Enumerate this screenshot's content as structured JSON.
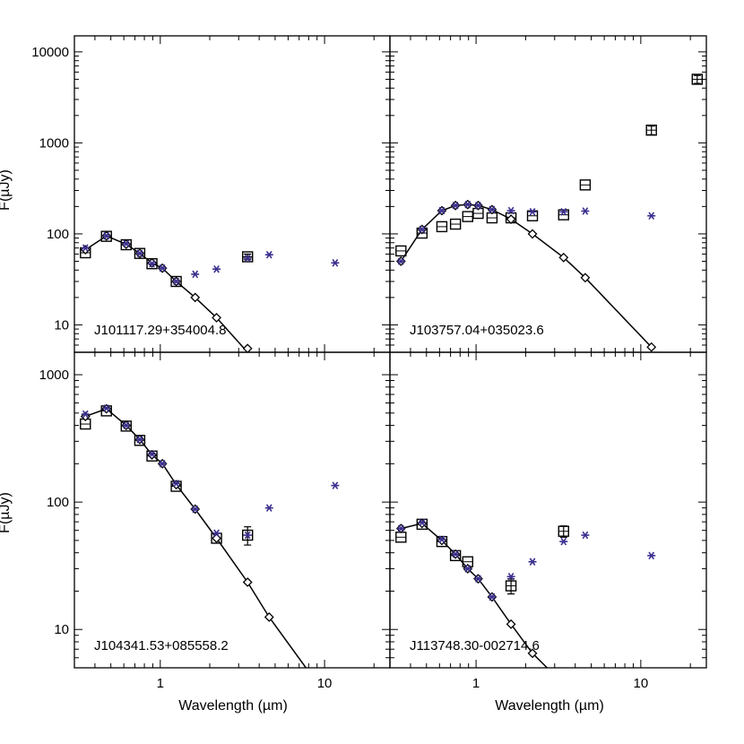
{
  "figure": {
    "ylabel": "F(µJy)",
    "xlabel": "Wavelength (µm)"
  },
  "colors": {
    "observed_star": "#3a2f8f",
    "axis": "#000000",
    "model": "#000000"
  },
  "chart_data": [
    {
      "type": "scatter",
      "label": "J101117.29+354004.8",
      "scale": "log-log",
      "xlim": [
        0.3,
        25
      ],
      "ylim": [
        5,
        15000
      ],
      "y_ticks": [
        10,
        100,
        1000,
        10000
      ],
      "x_ticks": [],
      "model_line": {
        "x": [
          0.35,
          0.47,
          0.62,
          0.75,
          0.89,
          1.03,
          1.25,
          1.63,
          2.2,
          3.4
        ],
        "y": [
          67,
          95,
          77,
          61,
          48,
          42,
          30,
          20,
          12,
          5
        ]
      },
      "model_diamonds": {
        "x": [
          0.35,
          0.47,
          0.62,
          0.75,
          0.89,
          1.03,
          1.25,
          1.63,
          2.2,
          3.4
        ],
        "y": [
          67,
          95,
          77,
          61,
          48,
          42,
          30,
          20,
          12,
          5.5
        ]
      },
      "squares": {
        "x": [
          0.35,
          0.47,
          0.62,
          0.75,
          0.89,
          1.25,
          3.4
        ],
        "y": [
          62,
          94,
          76,
          61,
          47,
          30,
          56
        ],
        "err": [
          0,
          0,
          0,
          0,
          0,
          0,
          4
        ]
      },
      "stars": {
        "x": [
          0.35,
          0.47,
          0.62,
          0.75,
          0.89,
          1.03,
          1.25,
          1.63,
          2.2,
          3.4,
          4.6,
          11.6
        ],
        "y": [
          70,
          95,
          78,
          61,
          47,
          42,
          30,
          36,
          41,
          54,
          59,
          48
        ]
      }
    },
    {
      "type": "scatter",
      "label": "J103757.04+035023.6",
      "scale": "log-log",
      "xlim": [
        0.3,
        25
      ],
      "ylim": [
        5,
        15000
      ],
      "y_ticks": [],
      "x_ticks": [],
      "model_line": {
        "x": [
          0.35,
          0.47,
          0.62,
          0.75,
          0.89,
          1.03,
          1.25,
          1.63,
          2.2,
          3.4,
          4.6,
          11.6
        ],
        "y": [
          50,
          112,
          180,
          205,
          210,
          205,
          185,
          145,
          100,
          55,
          33,
          5.7
        ]
      },
      "model_diamonds": {
        "x": [
          0.35,
          0.47,
          0.62,
          0.75,
          0.89,
          1.03,
          1.25,
          1.63,
          2.2,
          3.4,
          4.6,
          11.6
        ],
        "y": [
          50,
          112,
          180,
          205,
          210,
          205,
          185,
          145,
          100,
          55,
          33,
          5.7
        ]
      },
      "squares": {
        "x": [
          0.35,
          0.47,
          0.62,
          0.75,
          0.89,
          1.03,
          1.25,
          1.63,
          2.2,
          3.4,
          4.6,
          11.6,
          22
        ],
        "y": [
          65,
          102,
          120,
          128,
          155,
          168,
          150,
          150,
          158,
          162,
          345,
          1380,
          5000
        ],
        "err": [
          0,
          0,
          0,
          0,
          0,
          0,
          0,
          0,
          0,
          0,
          0,
          150,
          500
        ]
      },
      "stars": {
        "x": [
          0.35,
          0.47,
          0.62,
          0.75,
          0.89,
          1.03,
          1.25,
          1.63,
          2.2,
          3.4,
          4.6,
          11.6
        ],
        "y": [
          50,
          112,
          180,
          205,
          210,
          205,
          185,
          180,
          175,
          175,
          178,
          158
        ]
      }
    },
    {
      "type": "scatter",
      "label": "J104341.53+085558.2",
      "scale": "log-log",
      "xlim": [
        0.3,
        25
      ],
      "ylim": [
        5,
        1500
      ],
      "y_ticks": [
        10,
        100,
        1000
      ],
      "x_ticks": [
        1,
        10
      ],
      "model_line": {
        "x": [
          0.35,
          0.47,
          0.62,
          0.75,
          0.89,
          1.03,
          1.25,
          1.63,
          2.2,
          3.4,
          4.6,
          7.7
        ],
        "y": [
          470,
          540,
          400,
          310,
          235,
          200,
          137,
          88,
          52,
          23.5,
          12.5,
          5
        ]
      },
      "model_diamonds": {
        "x": [
          0.35,
          0.47,
          0.62,
          0.75,
          0.89,
          1.03,
          1.25,
          1.63,
          2.2,
          3.4,
          4.6
        ],
        "y": [
          470,
          540,
          400,
          310,
          235,
          200,
          137,
          88,
          52,
          23.5,
          12.5
        ]
      },
      "squares": {
        "x": [
          0.35,
          0.47,
          0.62,
          0.75,
          0.89,
          1.25,
          2.2,
          3.4
        ],
        "y": [
          410,
          520,
          395,
          305,
          230,
          133,
          52,
          55
        ],
        "err": [
          0,
          0,
          0,
          0,
          0,
          0,
          0,
          9
        ]
      },
      "stars": {
        "x": [
          0.35,
          0.47,
          0.62,
          0.75,
          0.89,
          1.03,
          1.25,
          1.63,
          2.2,
          3.4,
          4.6,
          11.6
        ],
        "y": [
          490,
          545,
          400,
          310,
          238,
          200,
          140,
          88,
          57,
          55,
          90,
          135
        ]
      }
    },
    {
      "type": "scatter",
      "label": "J113748.30-002714.6",
      "scale": "log-log",
      "xlim": [
        0.3,
        25
      ],
      "ylim": [
        5,
        1500
      ],
      "y_ticks": [],
      "x_ticks": [
        1,
        10
      ],
      "model_line": {
        "x": [
          0.35,
          0.47,
          0.62,
          0.75,
          0.89,
          1.03,
          1.25,
          1.63,
          2.2,
          2.7
        ],
        "y": [
          62,
          68,
          50,
          39,
          30,
          25,
          18,
          11,
          6.5,
          5
        ]
      },
      "model_diamonds": {
        "x": [
          0.35,
          0.47,
          0.62,
          0.75,
          0.89,
          1.03,
          1.25,
          1.63,
          2.2
        ],
        "y": [
          62,
          68,
          50,
          39,
          30,
          25,
          18,
          11,
          6.5
        ]
      },
      "squares": {
        "x": [
          0.35,
          0.47,
          0.62,
          0.75,
          0.89,
          1.63,
          3.4
        ],
        "y": [
          53,
          67,
          49,
          38,
          34,
          22,
          59
        ],
        "err": [
          0,
          0,
          0,
          0,
          0,
          3,
          6
        ]
      },
      "stars": {
        "x": [
          0.35,
          0.47,
          0.62,
          0.75,
          0.89,
          1.03,
          1.25,
          1.63,
          2.2,
          3.4,
          4.6,
          11.6
        ],
        "y": [
          62,
          69,
          51,
          39,
          30,
          25,
          18,
          26,
          34,
          49,
          55,
          38
        ]
      }
    }
  ]
}
